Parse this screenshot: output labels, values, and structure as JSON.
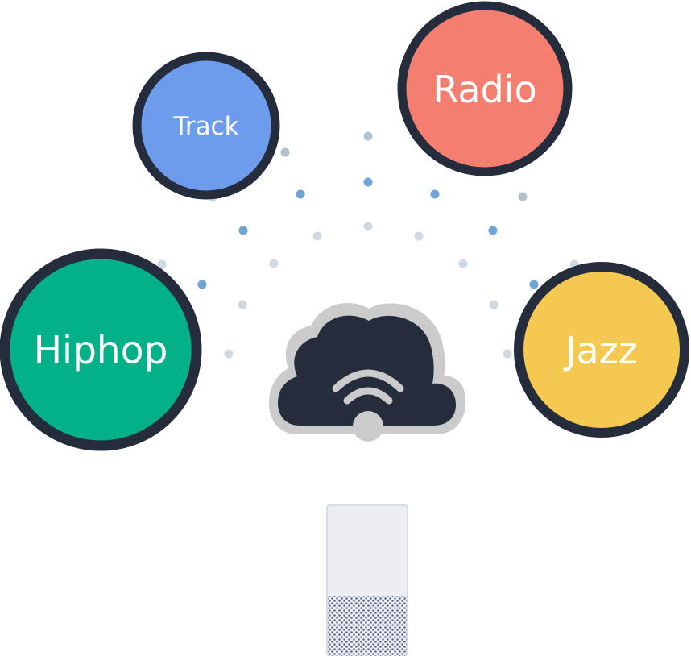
{
  "bubbles": {
    "track": {
      "label": "Track",
      "fill": "#6e9cec"
    },
    "radio": {
      "label": "Radio",
      "fill": "#f47f70"
    },
    "hiphop": {
      "label": "Hiphop",
      "fill": "#03b189"
    },
    "jazz": {
      "label": "Jazz",
      "fill": "#f5c94f"
    }
  },
  "colors": {
    "ring": "#252d3d",
    "cloud": "#252d3d",
    "cloud_outline": "#cbcbcb",
    "wifi": "#cbcbcb",
    "dot_strong": "#6fa6d6",
    "dot_light": "#cfd9e1",
    "dot_mid": "#b2c1cb",
    "speaker_body": "#eceef4",
    "speaker_grille": "#5f6a86"
  },
  "icons": {
    "cloud": "cloud-wifi-icon",
    "speaker": "smart-speaker-icon"
  }
}
